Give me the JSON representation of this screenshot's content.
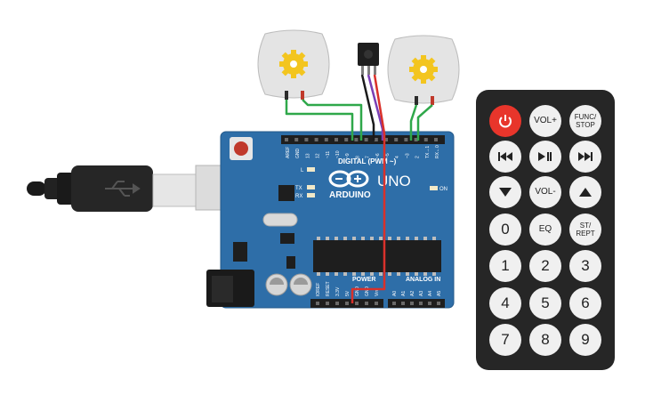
{
  "board": {
    "brand": "ARDUINO",
    "model": "UNO",
    "digital_label": "DIGITAL (PWM ~)",
    "analog_label": "ANALOG IN",
    "power_label": "POWER",
    "on_label": "ON",
    "l_label": "L",
    "tx_label": "TX",
    "rx_label": "RX",
    "digital_pins": [
      "AREF",
      "GND",
      "13",
      "12",
      "~11",
      "~10",
      "~9",
      "8",
      "7",
      "~6",
      "~5",
      "4",
      "~3",
      "2",
      "TX→1",
      "RX←0"
    ],
    "power_pins": [
      "IOREF",
      "RESET",
      "3.3V",
      "5V",
      "GND",
      "GND",
      "Vin"
    ],
    "analog_pins": [
      "A0",
      "A1",
      "A2",
      "A3",
      "A4",
      "A5"
    ]
  },
  "remote": {
    "buttons": [
      {
        "key": "power",
        "label": ""
      },
      {
        "key": "vol-up",
        "label": "VOL+"
      },
      {
        "key": "func-stop",
        "label": "FUNC/\nSTOP"
      },
      {
        "key": "rewind",
        "label": ""
      },
      {
        "key": "play-pause",
        "label": ""
      },
      {
        "key": "fast-forward",
        "label": ""
      },
      {
        "key": "down",
        "label": ""
      },
      {
        "key": "vol-down",
        "label": "VOL-"
      },
      {
        "key": "up",
        "label": ""
      },
      {
        "key": "0",
        "label": "0"
      },
      {
        "key": "eq",
        "label": "EQ"
      },
      {
        "key": "st-rept",
        "label": "ST/\nREPT"
      },
      {
        "key": "1",
        "label": "1"
      },
      {
        "key": "2",
        "label": "2"
      },
      {
        "key": "3",
        "label": "3"
      },
      {
        "key": "4",
        "label": "4"
      },
      {
        "key": "5",
        "label": "5"
      },
      {
        "key": "6",
        "label": "6"
      },
      {
        "key": "7",
        "label": "7"
      },
      {
        "key": "8",
        "label": "8"
      },
      {
        "key": "9",
        "label": "9"
      }
    ]
  },
  "colors": {
    "board": "#2e6ea8",
    "wire_green": "#2fa84a",
    "wire_red": "#d9312b",
    "wire_purple": "#7a3fb5",
    "wire_black": "#1a1a1a",
    "motor_body": "#e4e4e4",
    "gear": "#f3c51f",
    "remote_body": "#262626",
    "power_button": "#e8352b"
  }
}
